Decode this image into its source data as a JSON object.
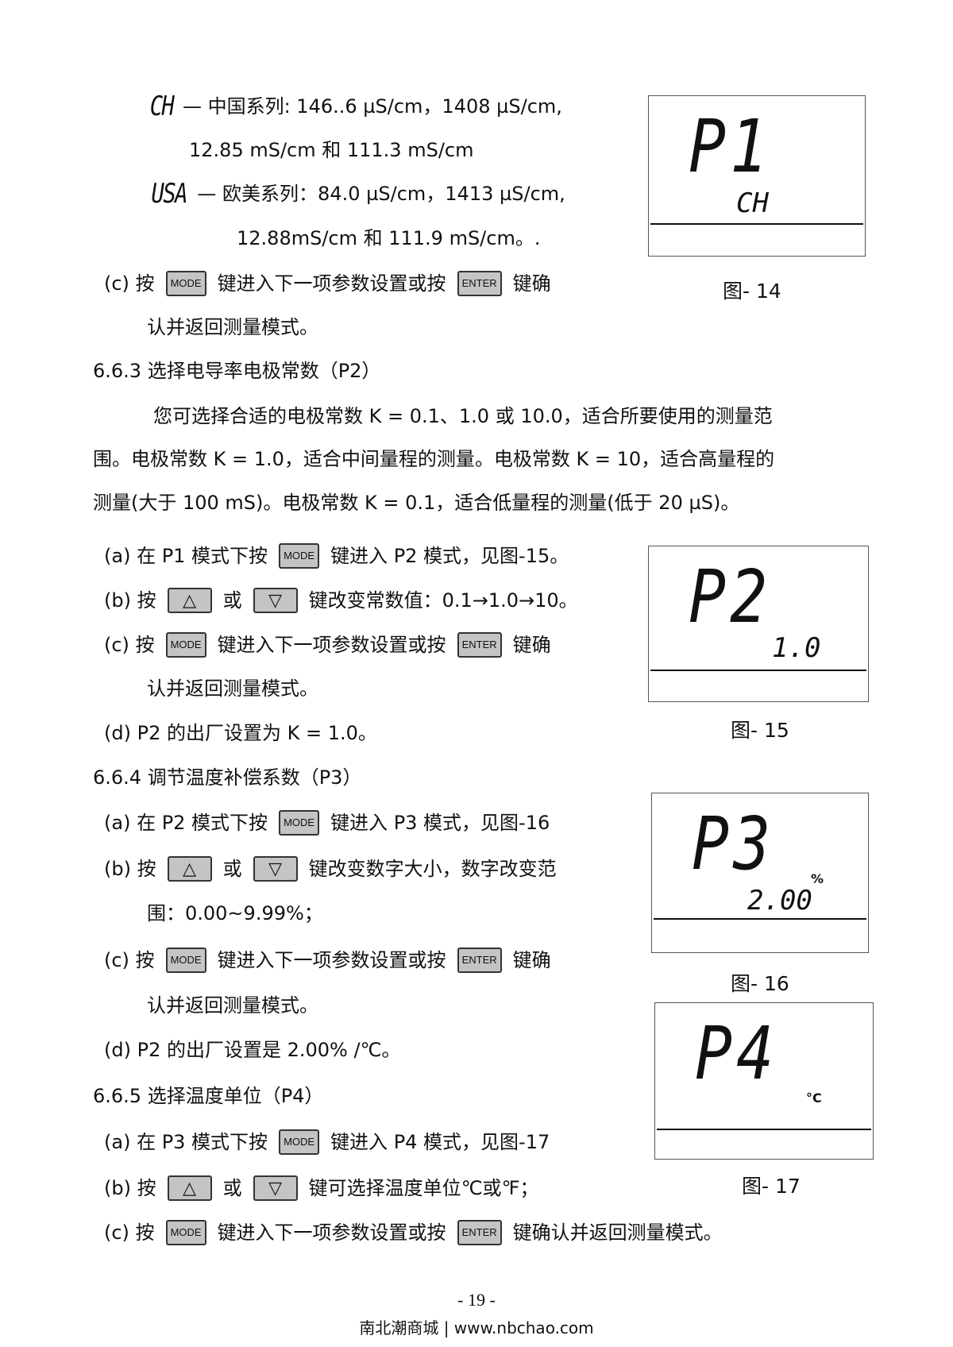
{
  "lines": [
    [
      {
        "lcd": "CH"
      },
      " — 中国系列: 146..6 µS/cm，1408 µS/cm,"
    ],
    [
      "12.85 mS/cm 和 111.3 mS/cm"
    ],
    [
      {
        "lcd": "USA"
      },
      " — 欧美系列：84.0 µS/cm，1413 µS/cm,"
    ],
    [
      "12.88mS/cm 和 111.9 mS/cm。."
    ],
    [
      "(c) 按",
      {
        "key": "MODE"
      },
      "键进入下一项参数设置或按",
      {
        "key": "ENTER"
      },
      "键确"
    ],
    [
      "认并返回测量模式。"
    ],
    [
      "6.6.3  选择电导率电极常数（P2）"
    ],
    [
      "您可选择合适的电极常数 K = 0.1、1.0 或 10.0，适合所要使用的测量范"
    ],
    [
      "围。电极常数 K = 1.0，适合中间量程的测量。电极常数 K = 10，适合高量程的"
    ],
    [
      "测量(大于 100 mS)。电极常数 K = 0.1，适合低量程的测量(低于 20 µS)。"
    ],
    [
      "(a) 在 P1 模式下按",
      {
        "key": "MODE"
      },
      "键进入 P2 模式，见图-15。"
    ],
    [
      "(b) 按",
      {
        "key": "△"
      },
      "或",
      {
        "key": "▽"
      },
      "键改变常数值：0.1→1.0→10。"
    ],
    [
      "(c) 按",
      {
        "key": "MODE"
      },
      "键进入下一项参数设置或按",
      {
        "key": "ENTER"
      },
      "键确"
    ],
    [
      "认并返回测量模式。"
    ],
    [
      "(d) P2 的出厂设置为 K = 1.0。"
    ],
    [
      "6.6.4  调节温度补偿系数（P3）"
    ],
    [
      "(a) 在 P2 模式下按",
      {
        "key": "MODE"
      },
      "键进入 P3 模式，见图-16"
    ],
    [
      "(b) 按",
      {
        "key": "△"
      },
      "或",
      {
        "key": "▽"
      },
      "键改变数字大小，数字改变范"
    ],
    [
      "围：0.00~9.99%；"
    ],
    [
      "(c) 按",
      {
        "key": "MODE"
      },
      "键进入下一项参数设置或按",
      {
        "key": "ENTER"
      },
      "键确"
    ],
    [
      "认并返回测量模式。"
    ],
    [
      "(d) P2 的出厂设置是 2.00% /℃。"
    ],
    [
      "6.6.5  选择温度单位（P4）"
    ],
    [
      "(a) 在 P3 模式下按",
      {
        "key": "MODE"
      },
      "键进入 P4 模式，见图-17"
    ],
    [
      "(b) 按",
      {
        "key": "△"
      },
      "或",
      {
        "key": "▽"
      },
      "键可选择温度单位℃或℉；"
    ],
    [
      "(c) 按",
      {
        "key": "MODE"
      },
      "键进入下一项参数设置或按",
      {
        "key": "ENTER"
      },
      "键确认并返回测量模式。"
    ]
  ],
  "figures": [
    {
      "main": "P1",
      "sub": "CH",
      "unit": "",
      "caption": "图- 14"
    },
    {
      "main": "P2",
      "sub": "1.0",
      "unit": "",
      "caption": "图- 15"
    },
    {
      "main": "P3",
      "sub": "2.00",
      "unit": "%",
      "caption": "图- 16"
    },
    {
      "main": "P4",
      "sub": "",
      "unit": "°C",
      "caption": "图- 17"
    }
  ],
  "page_number": "- 19 -",
  "footer": "南北潮商城 | www.nbchao.com"
}
